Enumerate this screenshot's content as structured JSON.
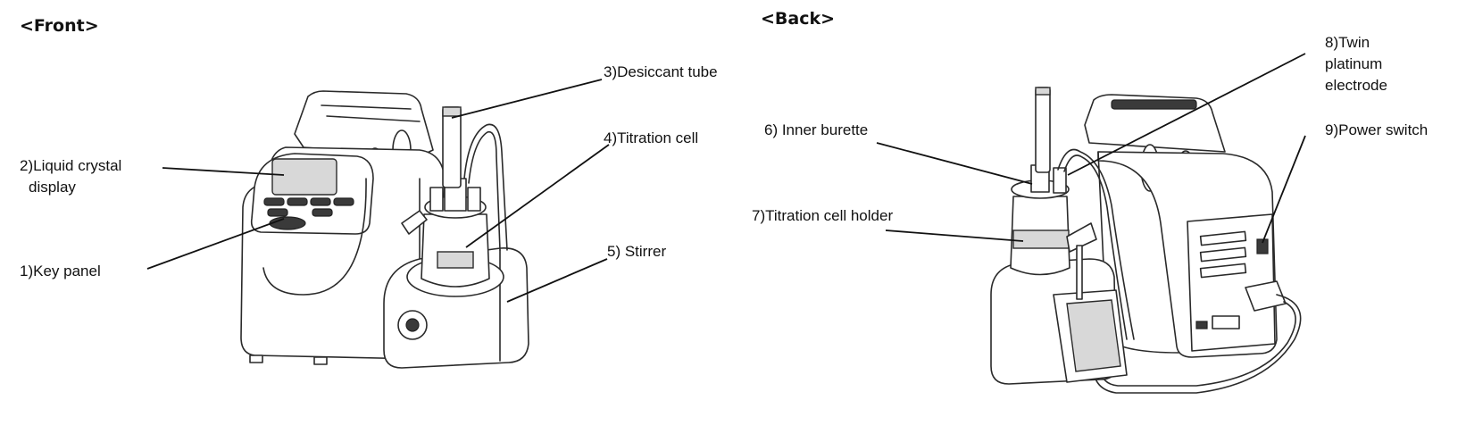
{
  "front": {
    "heading": "<Front>",
    "labels": {
      "key_panel": "1)Key panel",
      "lcd_line1": "2)Liquid crystal",
      "lcd_line2": "display",
      "desiccant": "3)Desiccant tube",
      "titration_cell": "4)Titration cell",
      "stirrer": "5) Stirrer"
    }
  },
  "back": {
    "heading": "<Back>",
    "labels": {
      "inner_burette": "6) Inner burette",
      "cell_holder": "7)Titration cell holder",
      "electrode_line1": "8)Twin",
      "electrode_line2": "platinum",
      "electrode_line3": "electrode",
      "power_switch": "9)Power switch"
    }
  }
}
